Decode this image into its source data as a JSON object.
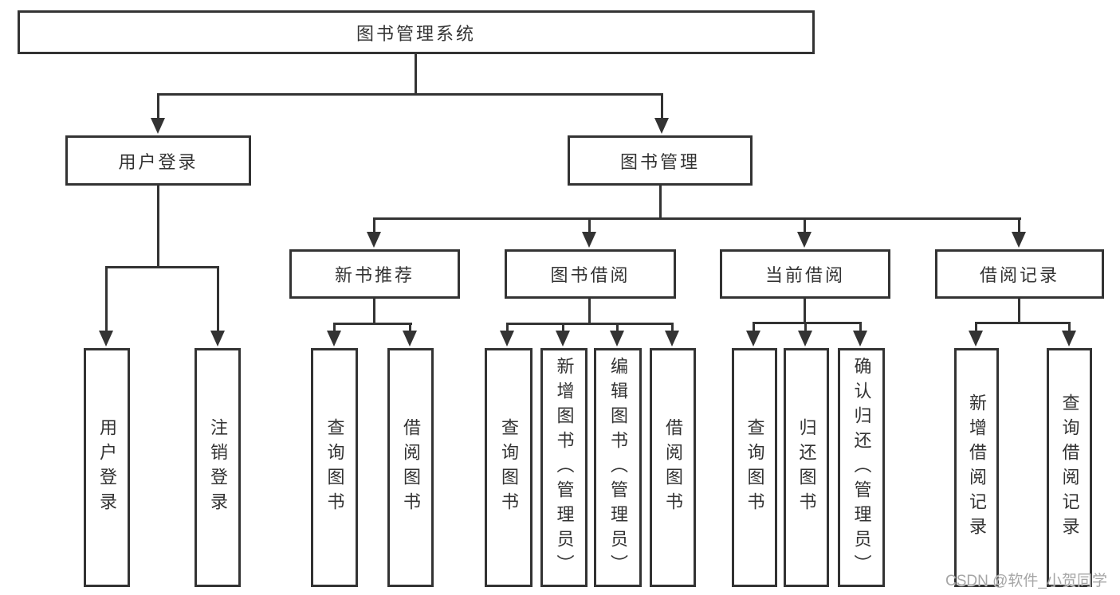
{
  "diagram": {
    "title": "图书管理系统",
    "tree": {
      "root": "图书管理系统",
      "level2": [
        {
          "label": "用户登录",
          "children": [
            "用户登录",
            "注销登录"
          ]
        },
        {
          "label": "图书管理",
          "children": [
            {
              "label": "新书推荐",
              "children": [
                "查询图书",
                "借阅图书"
              ]
            },
            {
              "label": "图书借阅",
              "children": [
                "查询图书",
                "新增图书（管理员）",
                "编辑图书（管理员）",
                "借阅图书"
              ]
            },
            {
              "label": "当前借阅",
              "children": [
                "查询图书",
                "归还图书",
                "确认归还（管理员）"
              ]
            },
            {
              "label": "借阅记录",
              "children": [
                "新增借阅记录",
                "查询借阅记录"
              ]
            }
          ]
        }
      ]
    },
    "colors": {
      "line": "#333333",
      "text": "#333333",
      "background": "#ffffff",
      "watermark": "#a6a6a6"
    }
  },
  "watermark": "CSDN @软件_小贺同学"
}
